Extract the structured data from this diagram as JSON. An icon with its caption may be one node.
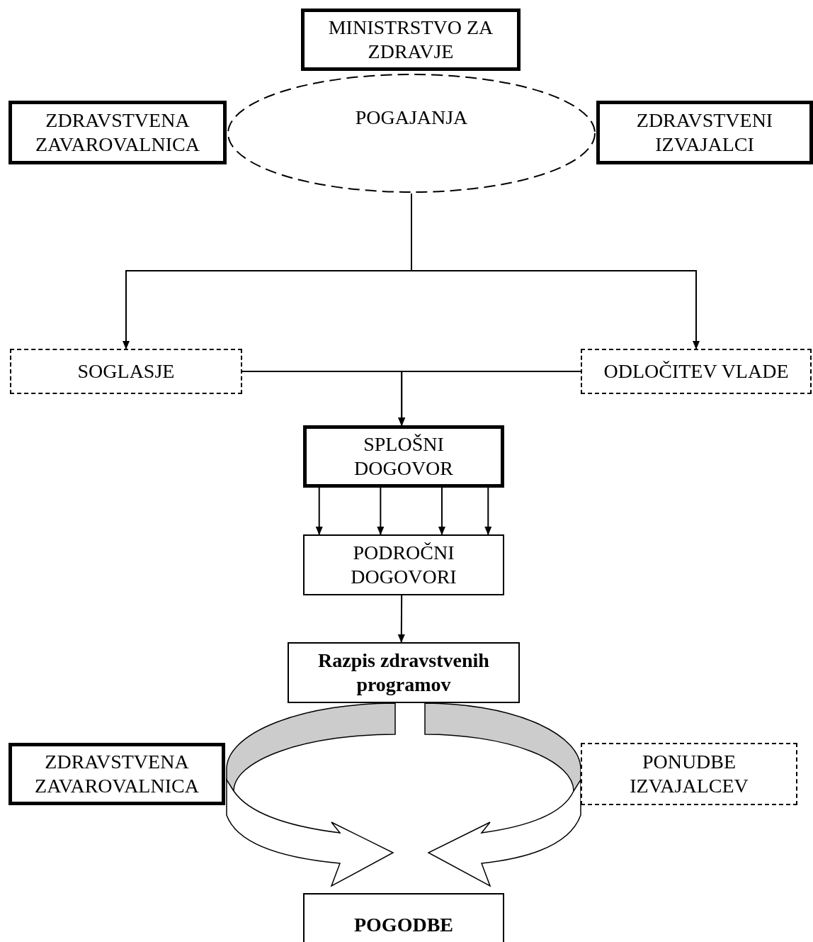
{
  "diagram": {
    "nodes": [
      {
        "text": [
          "MINISTRSTVO ZA ZDRAVJE"
        ]
      },
      {
        "text": [
          "ZDRAVSTVENA ZAVAROVALNICA"
        ]
      },
      {
        "text": [
          "POGAJANJA"
        ]
      },
      {
        "text": [
          "ZDRAVSTVENI IZVAJALCI"
        ]
      },
      {
        "text": [
          "SOGLASJE"
        ]
      },
      {
        "text": [
          "ODLOČITEV VLADE"
        ]
      },
      {
        "text": [
          "SPLOŠNI DOGOVOR"
        ]
      },
      {
        "text": [
          "PODROČNI DOGOVORI"
        ]
      },
      {
        "text": [
          "Razpis zdravstvenih programov"
        ]
      },
      {
        "text": [
          "ZDRAVSTVENA ZAVAROVALNICA"
        ]
      },
      {
        "text": [
          "PONUDBE IZVAJALCEV"
        ]
      },
      {
        "text": [
          "POGODBE"
        ]
      }
    ],
    "edges": [
      {
        "from": 2,
        "to": 4,
        "arrow": "to"
      },
      {
        "from": 2,
        "to": 5,
        "arrow": "to"
      },
      {
        "from": 4,
        "to": 6,
        "arrow": "to"
      },
      {
        "from": 5,
        "to": 6,
        "arrow": "to"
      },
      {
        "from": 6,
        "to": 7,
        "arrow": "to"
      },
      {
        "from": 6,
        "to": 7,
        "arrow": "to"
      },
      {
        "from": 6,
        "to": 7,
        "arrow": "to"
      },
      {
        "from": 6,
        "to": 7,
        "arrow": "to"
      },
      {
        "from": 7,
        "to": 8,
        "arrow": "to"
      },
      {
        "from": 8,
        "to": 11,
        "arrow": "to",
        "style": "thick"
      },
      {
        "from": 8,
        "to": 11,
        "arrow": "to",
        "style": "thick"
      }
    ]
  }
}
